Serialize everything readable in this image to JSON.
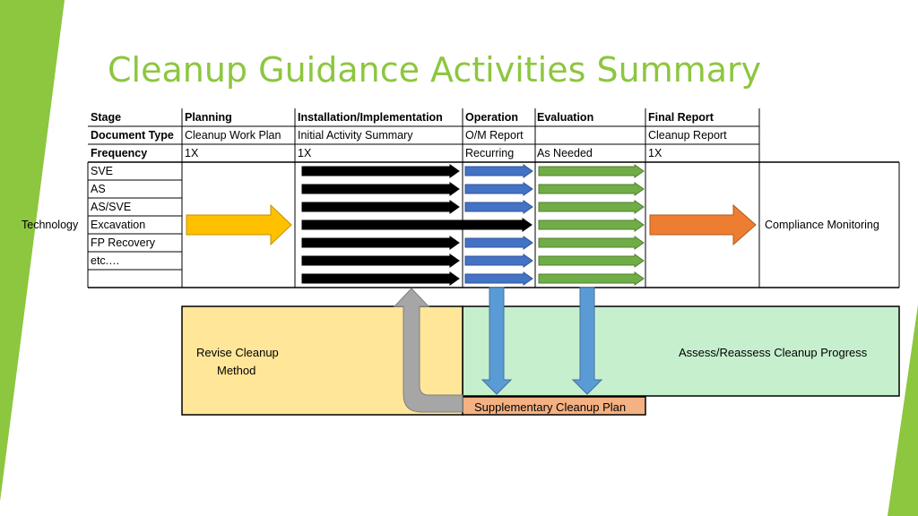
{
  "slide": {
    "title": "Cleanup Guidance Activities Summary",
    "accent_color": "#8dc63f"
  },
  "table": {
    "row_labels": [
      "Stage",
      "Document Type",
      "Frequency"
    ],
    "stage": [
      "Planning",
      "Installation/Implementation",
      "Operation",
      "Evaluation",
      "Final Report"
    ],
    "document_type": [
      "Cleanup Work Plan",
      "Initial Activity Summary",
      "O/M Report",
      "",
      "Cleanup Report"
    ],
    "frequency": [
      "1X",
      "1X",
      "Recurring",
      "As Needed",
      "1X"
    ],
    "technology_label": "Technology",
    "technologies": [
      "SVE",
      "AS",
      "AS/SVE",
      "Excavation",
      "FP Recovery",
      "etc.…",
      ""
    ],
    "compliance_monitoring": "Compliance Monitoring"
  },
  "bottom": {
    "revise_line1": "Revise Cleanup",
    "revise_line2": "Method",
    "assess": "Assess/Reassess Cleanup Progress",
    "supplementary": "Supplementary Cleanup Plan"
  },
  "colors": {
    "planning_arrow": "#ffc000",
    "implementation_arrow": "#000000",
    "operation_arrow": "#4472c4",
    "evaluation_arrow": "#70ad47",
    "final_arrow": "#ed7d31",
    "revise_box": "#ffe699",
    "assess_box": "#c6efce",
    "supplementary_box": "#f4b183",
    "return_arrow": "#a6a6a6",
    "down_arrow": "#5b9bd5"
  }
}
